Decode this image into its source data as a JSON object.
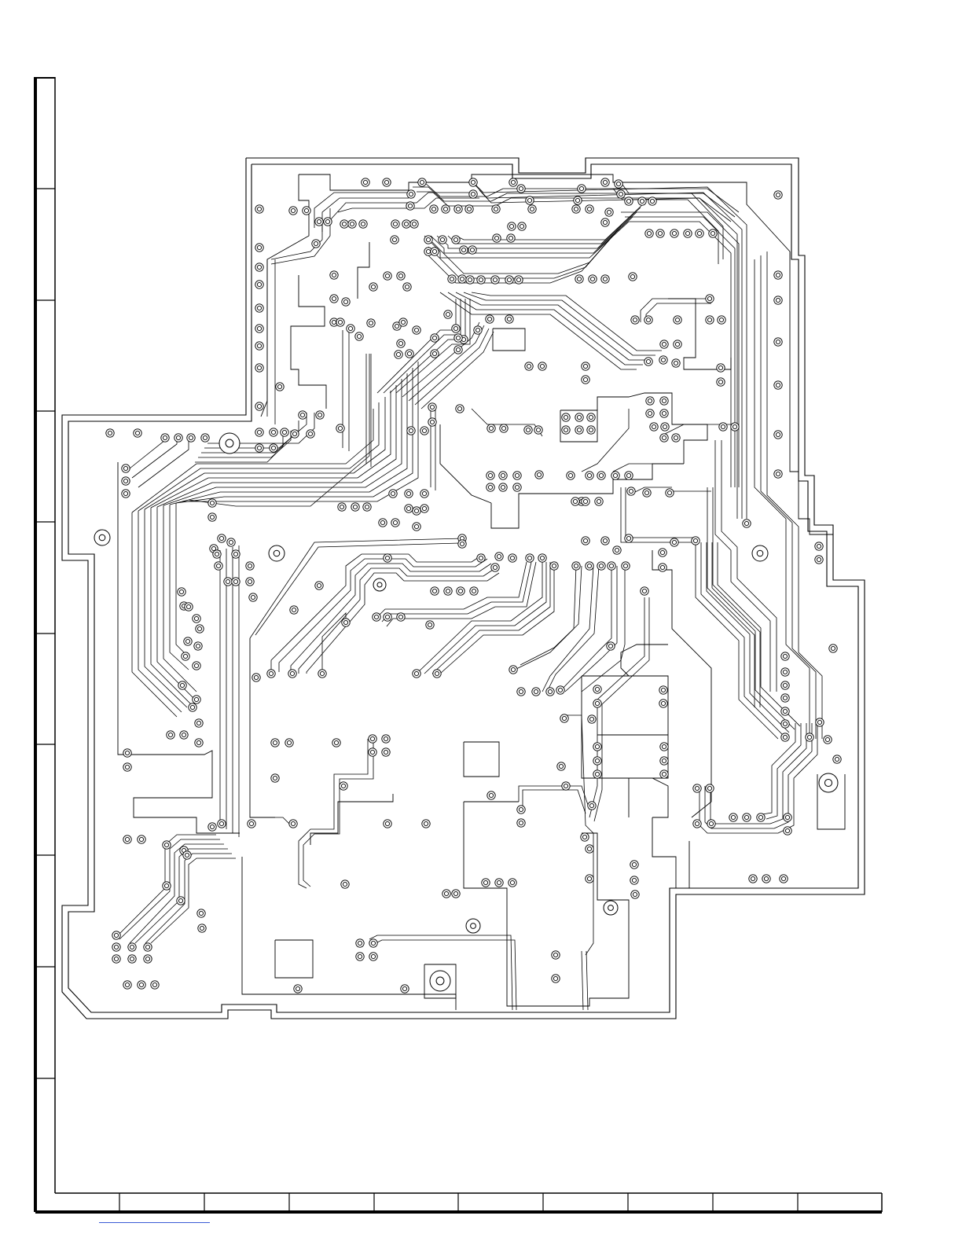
{
  "colors": {
    "line": "#000000",
    "background": "#ffffff",
    "link": "#3b5bd6"
  },
  "figure": {
    "kind": "printed-circuit-board-foil-pattern",
    "frame_columns": 10,
    "frame_rows": 10
  }
}
